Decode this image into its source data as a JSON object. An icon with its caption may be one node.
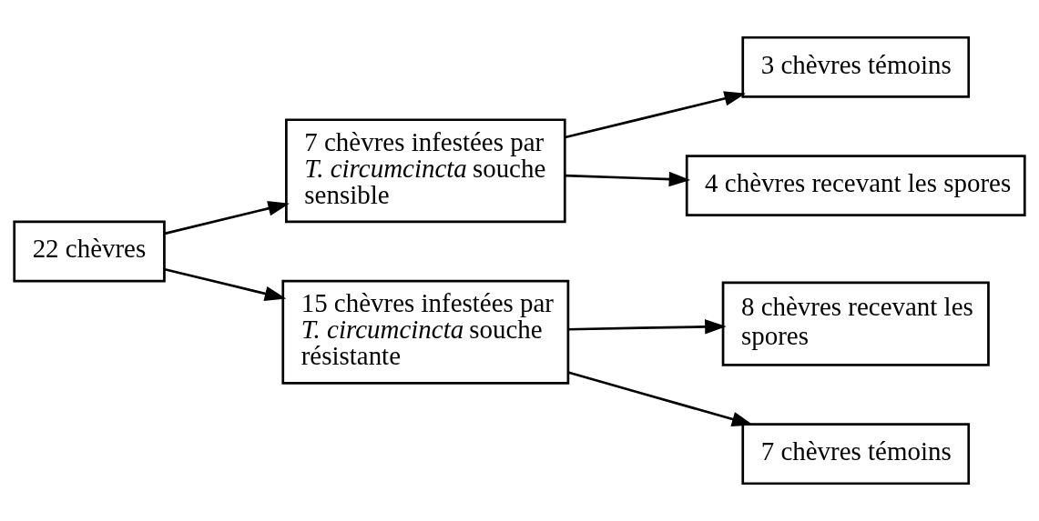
{
  "diagram": {
    "nodes": [
      {
        "text": [
          "22 chèvres"
        ]
      },
      {
        "text": [
          "7 chèvres infestées par *T. circumcincta* souche sensible"
        ]
      },
      {
        "text": [
          "15 chèvres infestées par *T. circumcincta* souche résistante"
        ]
      },
      {
        "text": [
          "3 chèvres témoins"
        ]
      },
      {
        "text": [
          "4 chèvres recevant les spores"
        ]
      },
      {
        "text": [
          "8 chèvres recevant les spores"
        ]
      },
      {
        "text": [
          "7 chèvres témoins"
        ]
      }
    ],
    "edges": [
      {
        "from": 0,
        "to": 1,
        "arrow": "to"
      },
      {
        "from": 0,
        "to": 2,
        "arrow": "to"
      },
      {
        "from": 1,
        "to": 3,
        "arrow": "to"
      },
      {
        "from": 1,
        "to": 4,
        "arrow": "to"
      },
      {
        "from": 2,
        "to": 5,
        "arrow": "to"
      },
      {
        "from": 2,
        "to": 6,
        "arrow": "to"
      }
    ]
  }
}
